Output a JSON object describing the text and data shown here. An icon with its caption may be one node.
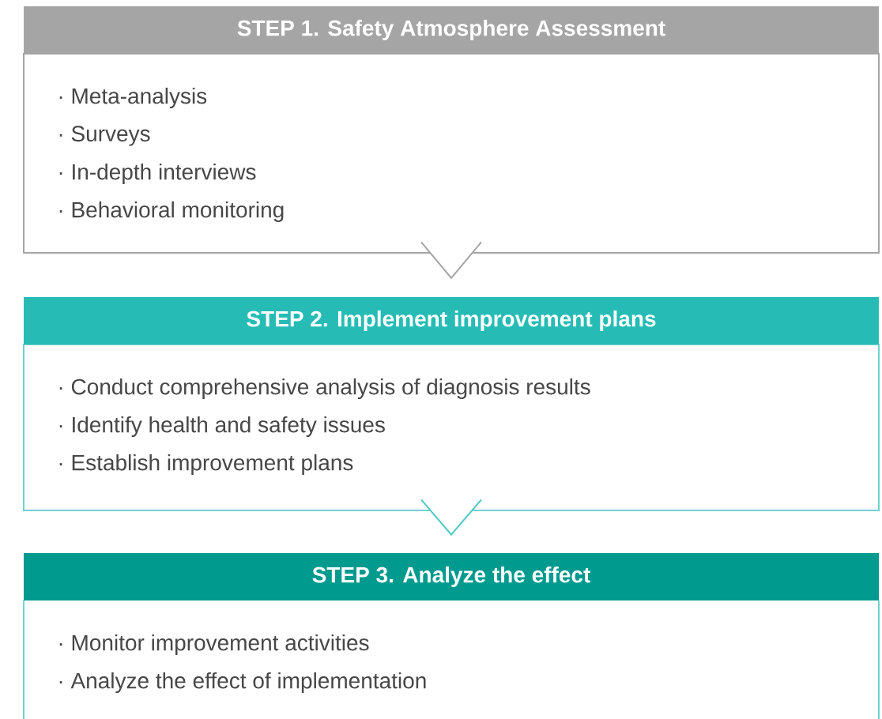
{
  "diagram": {
    "nodes": [
      {
        "text": [
          "STEP 1. Safety Atmosphere Assessment",
          "· Meta-analysis",
          "· Surveys",
          "· In-depth interviews",
          "· Behavioral monitoring"
        ]
      },
      {
        "text": [
          "STEP 2. Implement improvement plans",
          "· Conduct comprehensive analysis of diagnosis results",
          "· Identify health and safety issues",
          "· Establish improvement plans"
        ]
      },
      {
        "text": [
          "STEP 3. Analyze the effect",
          "· Monitor improvement activities",
          "· Analyze the effect of implementation"
        ]
      }
    ],
    "edges": [
      {
        "from": 0,
        "to": 1,
        "arrow": "to"
      },
      {
        "from": 1,
        "to": 2,
        "arrow": "to",
        "color": "#4ec9c3"
      }
    ]
  }
}
